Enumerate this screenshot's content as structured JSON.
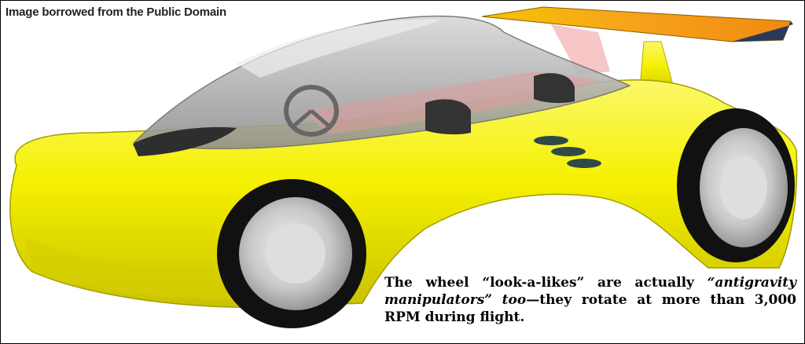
{
  "credit": "Image borrowed from the Public Domain",
  "caption": {
    "part1": "The wheel “look-a-likes” are actually ",
    "emphasis": "“antigravity manipulators” too",
    "part2": "—they rotate at more than 3,000 RPM during flight."
  },
  "colors": {
    "body": "#f5f000",
    "body_shade": "#d6cf00",
    "spoiler": "#f7a21b",
    "glass": "#b9b9b9",
    "tire": "#111111",
    "rim": "#c8c8c8",
    "vents": "#2f4a44"
  },
  "icons": [
    "futuristic-car-illustration"
  ]
}
